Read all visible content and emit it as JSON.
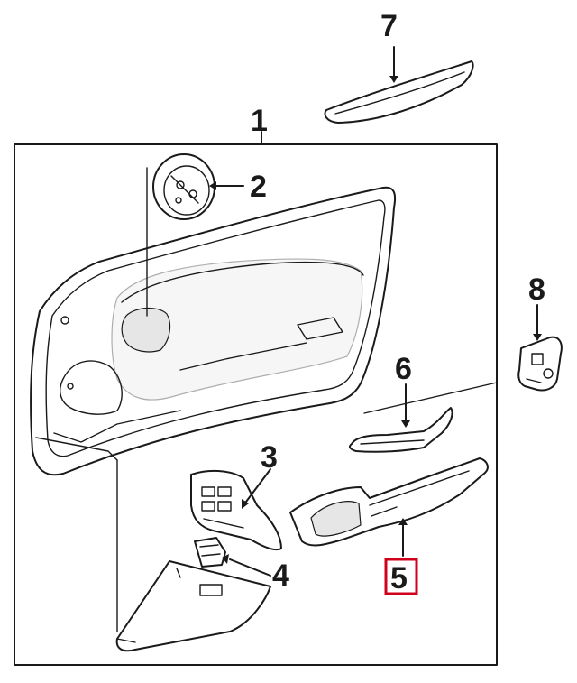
{
  "callouts": [
    {
      "id": "callout-1",
      "label": "1"
    },
    {
      "id": "callout-2",
      "label": "2"
    },
    {
      "id": "callout-3",
      "label": "3"
    },
    {
      "id": "callout-4",
      "label": "4"
    },
    {
      "id": "callout-5",
      "label": "5"
    },
    {
      "id": "callout-6",
      "label": "6"
    },
    {
      "id": "callout-7",
      "label": "7"
    },
    {
      "id": "callout-8",
      "label": "8"
    }
  ],
  "highlighted_callout": "5",
  "highlight_color": "#d0021b",
  "line_color": "#1a1a1a",
  "background_color": "#ffffff"
}
